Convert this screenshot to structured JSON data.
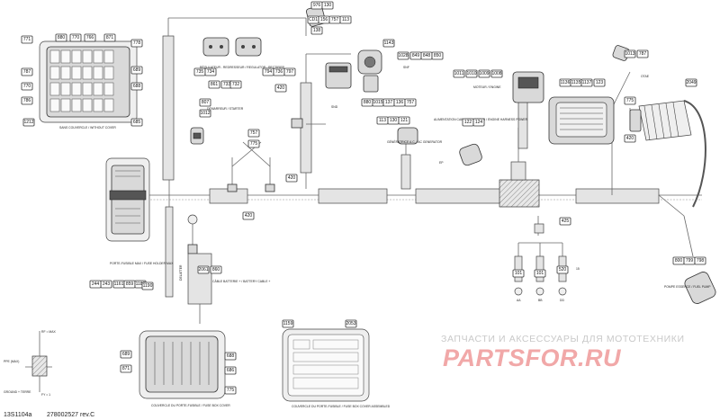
{
  "callouts": {
    "c976": "976",
    "c130": "130",
    "c001": "CD1",
    "c156": "156",
    "c757": "757",
    "c113": "113",
    "c138": "138",
    "c771": "771",
    "c880": "880",
    "c770": "770",
    "c766": "766",
    "c871": "871",
    "c778": "778",
    "c787": "787",
    "c770b": "770",
    "c786": "786",
    "c689": "689",
    "c688": "688",
    "c685": "685",
    "c1212": "1212",
    "c735": "735",
    "c734": "734",
    "c861": "861",
    "c733": "733",
    "c732": "732",
    "c794": "794",
    "c736": "736",
    "c797": "797",
    "c1143": "1143",
    "c1028": "1028",
    "c849": "849",
    "c848": "848",
    "c850": "850",
    "c880b": "880",
    "c1015": "1015",
    "c137": "137",
    "c136": "136",
    "c757b": "757",
    "c1011": "1011",
    "c1010": "1010",
    "c1009": "1009",
    "c1008": "1008",
    "c1136": "1136",
    "c1135": "1135",
    "c1137": "1137",
    "c123": "123",
    "c1013": "1013",
    "c787b": "787",
    "c2049": "2049",
    "c775": "775",
    "c420a": "420",
    "c807": "807",
    "c1012": "1012",
    "c420b": "420",
    "c757c": "757",
    "c775b": "775",
    "c420c": "420",
    "c420d": "420",
    "c113b": "113",
    "c130b": "130",
    "c121": "121",
    "c122": "122",
    "c124": "124",
    "c1161": "1161",
    "c243": "243",
    "c244": "244",
    "c859": "859",
    "c1188": "1188",
    "c1190": "1190",
    "c2061": "2061",
    "c860": "860",
    "c425": "425",
    "c101a": "101",
    "c101b": "101",
    "c520": "520",
    "c800": "800",
    "c799": "799",
    "c798": "798",
    "c689b": "689",
    "c871b": "871",
    "c688b": "688",
    "c686": "686",
    "c775c": "775",
    "c1159": "1159",
    "c2053": "2053"
  },
  "labels": {
    "sans_couvercle": "SANS COUVERCLE / WITHOUT COVER",
    "regulateur": "RÉGULATEUR - REDRESSEUR / REGULATOR - RECTIFIER",
    "demarreur": "DÉMARREUR / STARTER",
    "generatrice": "GÉNÉRATRICE A.C. / AC GENERATOR",
    "alimentation": "ALIMENTATION CABLAGE MOTEUR / ENGINE HARNESS POWER",
    "moteur": "MOTEUR / ENGINE",
    "porte_fusible": "PORTE-FUSIBLE MAX / FUSE HOLDER MAX",
    "cable_batterie": "CÂBLE BATTERIE + / BATTERY CABLE +",
    "pompe": "POMPE ESSENCE / FUEL PUMP",
    "couvercle_fusible": "COUVERCLE DU PORTE-FUSIBLE / FUSE BOX COVER",
    "assemblage_fusible": "COUVERCLE DU PORTE-FUSIBLE / FUSE BOX COVER ASSEMBLED",
    "ground": "GROUND + TERRE",
    "relay_label": "RELAY",
    "delatter": "DELATTER",
    "tag_sp": "SP",
    "tag_snf": "SNF",
    "tag_snd": "SND",
    "tag_ep": "EP",
    "tag_aa": "AA",
    "tag_ss": "SS",
    "tag_bb": "BB",
    "tag_dd": "DD",
    "tag_aa2": "AA2",
    "tag_15": "15",
    "tag_ofa": "OTAE",
    "side_1": "RF = MAX",
    "side_2": "FY = 1 ",
    "side_3": "PPE (MAX)"
  },
  "footer": {
    "code": "13S1104a",
    "part_number": "278002527 rev.C"
  },
  "watermark": {
    "text": "ЗАПЧАСТИ И АКСЕССУАРЫ ДЛЯ МОТОТЕХНИКИ",
    "logo": "PARTSFOR.RU"
  }
}
